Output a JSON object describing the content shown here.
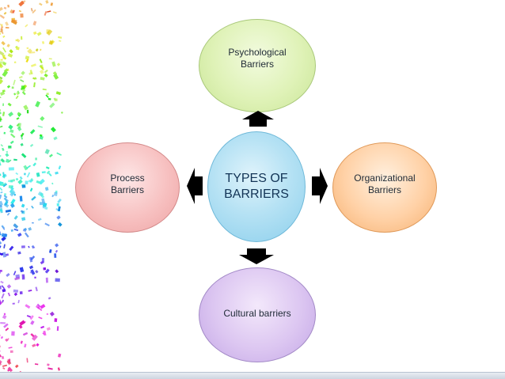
{
  "center": {
    "label": "TYPES OF\nBARRIERS"
  },
  "top": {
    "label": "Psychological\nBarriers"
  },
  "right": {
    "label": "Organizational\nBarriers"
  },
  "left": {
    "label": "Process\nBarriers"
  },
  "bottom": {
    "label": "Cultural barriers"
  },
  "colors": {
    "center": "#b6e2f4",
    "top": "#dff2b7",
    "right": "#ffd1a6",
    "left": "#f7c0c0",
    "bottom": "#dcc6f1",
    "arrow": "#000000"
  }
}
